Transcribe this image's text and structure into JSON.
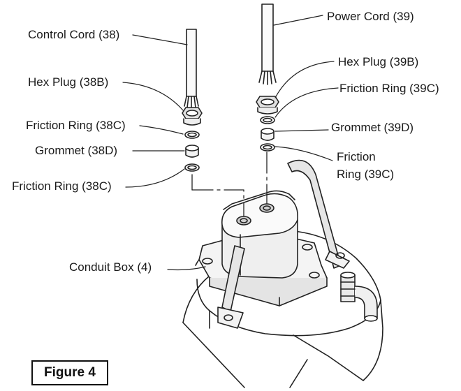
{
  "labels": {
    "control_cord": "Control Cord (38)",
    "hex_plug_38b": "Hex Plug (38B)",
    "friction_ring_38c_top": "Friction Ring (38C)",
    "grommet_38d": "Grommet (38D)",
    "friction_ring_38c_bottom": "Friction Ring (38C)",
    "power_cord": "Power Cord (39)",
    "hex_plug_39b": "Hex Plug (39B)",
    "friction_ring_39c_top": "Friction Ring (39C)",
    "grommet_39d": "Grommet (39D)",
    "friction_ring_39c_bottom_line1": "Friction",
    "friction_ring_39c_bottom_line2": "Ring (39C)",
    "conduit_box": "Conduit Box (4)"
  },
  "figure_caption": "Figure 4",
  "colors": {
    "line": "#222222",
    "fill_light": "#f2f2f2",
    "fill_mid": "#d9d9d9"
  }
}
